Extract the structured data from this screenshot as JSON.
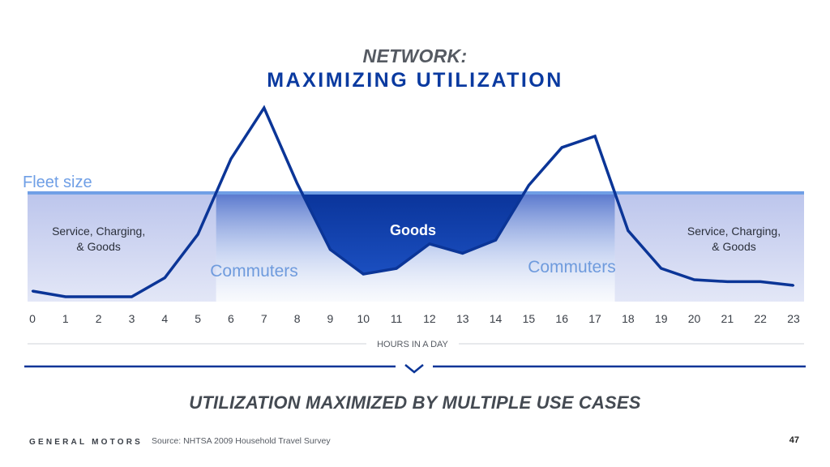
{
  "header": {
    "title": "NETWORK:",
    "subtitle": "MAXIMIZING UTILIZATION"
  },
  "chart_data": {
    "type": "area",
    "x": [
      0,
      1,
      2,
      3,
      4,
      5,
      6,
      7,
      8,
      9,
      10,
      11,
      12,
      13,
      14,
      15,
      16,
      17,
      18,
      19,
      20,
      21,
      22,
      23
    ],
    "xlabel": "HOURS IN A DAY",
    "ylabel": "",
    "series": [
      {
        "values": [
          3,
          0,
          0,
          0,
          10,
          33,
          73,
          100,
          60,
          25,
          12,
          15,
          28,
          23,
          30,
          59,
          79,
          85,
          35,
          15,
          9,
          8,
          8,
          6
        ]
      }
    ],
    "reference_lines": [
      {
        "label": "Fleet size",
        "value": 55
      }
    ],
    "ylim": [
      0,
      100
    ],
    "annotations": [
      {
        "text": "Service, Charging,\n& Goods",
        "x": 2
      },
      {
        "text": "Commuters",
        "x": 6.7
      },
      {
        "text": "Goods",
        "x": 11.5
      },
      {
        "text": "Commuters",
        "x": 16.3
      },
      {
        "text": "Service, Charging,\n& Goods",
        "x": 21.2
      }
    ],
    "grid": false,
    "colors": {
      "line": "#0b3597",
      "fleet": "#6f9fe6",
      "goods_fill": "#0a3aa2",
      "commuter_text": "#6f9bdd"
    }
  },
  "footer": {
    "headline": "UTILIZATION MAXIMIZED BY MULTIPLE USE CASES",
    "brand": "GENERAL MOTORS",
    "source": "Source: NHTSA 2009 Household Travel Survey",
    "page_number": "47"
  },
  "icons": {
    "divider": "chevron-down-icon"
  }
}
